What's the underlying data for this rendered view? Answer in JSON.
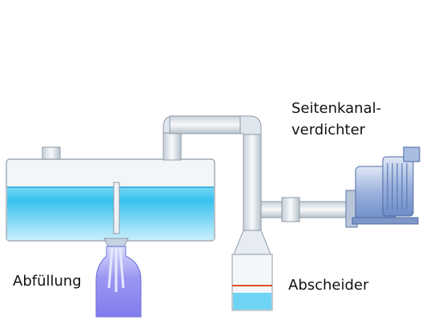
{
  "labels": {
    "pump_line1": "Seitenkanal-",
    "pump_line2": "verdichter",
    "filling": "Abfüllung",
    "separator": "Abscheider"
  },
  "colors": {
    "water": "#36c1ee",
    "water_light": "#c9effc",
    "pipe": "#dfe6ee",
    "pipe_stroke": "#8e9aa6",
    "tank_body": "#f3f6f9",
    "bottle": "#8f8cf0",
    "pump_blue": "#8fa7d6",
    "separator_mark": "#e05030"
  }
}
